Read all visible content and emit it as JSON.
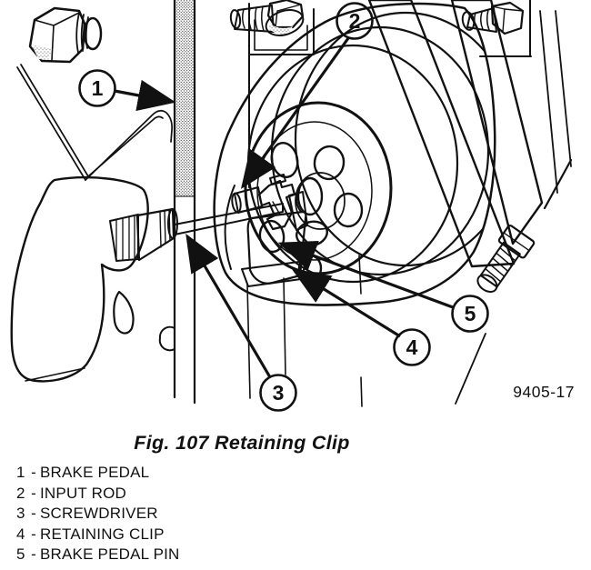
{
  "figure": {
    "drawing_code": "9405-17",
    "caption": "Fig. 107 Retaining Clip",
    "callouts": [
      {
        "number": "1"
      },
      {
        "number": "2"
      },
      {
        "number": "3"
      },
      {
        "number": "4"
      },
      {
        "number": "5"
      }
    ]
  },
  "legend": {
    "separator": "-",
    "items": [
      {
        "number": "1",
        "label": "BRAKE PEDAL"
      },
      {
        "number": "2",
        "label": "INPUT ROD"
      },
      {
        "number": "3",
        "label": "SCREWDRIVER"
      },
      {
        "number": "4",
        "label": "RETAINING CLIP"
      },
      {
        "number": "5",
        "label": "BRAKE PEDAL PIN"
      }
    ]
  },
  "colors": {
    "ink": "#111111",
    "paper": "#ffffff"
  }
}
